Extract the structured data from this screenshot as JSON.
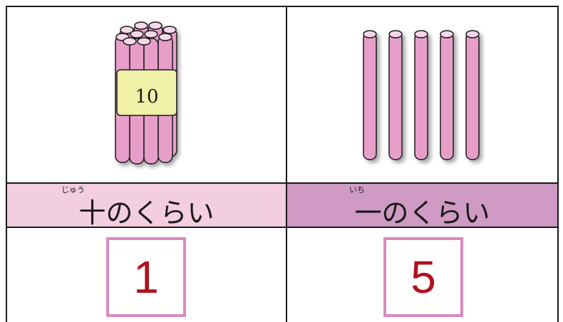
{
  "columns": [
    {
      "id": "tens",
      "ruby": "じゅう",
      "label": "十のくらい",
      "digit": "1",
      "band_color": "#f3cde0",
      "illustration": "bundle-of-ten-sticks",
      "bundle_label": "10"
    },
    {
      "id": "ones",
      "ruby": "いち",
      "label": "一のくらい",
      "digit": "5",
      "band_color": "#cf9ac4",
      "illustration": "loose-sticks",
      "stick_count": 5
    }
  ],
  "colors": {
    "stick": "#e79fca",
    "stick_top": "#f6d7e9",
    "stick_outline": "#1a1a1a",
    "band": "#f1f0a8",
    "digit": "#b0111f",
    "box_border": "#d98abf"
  }
}
